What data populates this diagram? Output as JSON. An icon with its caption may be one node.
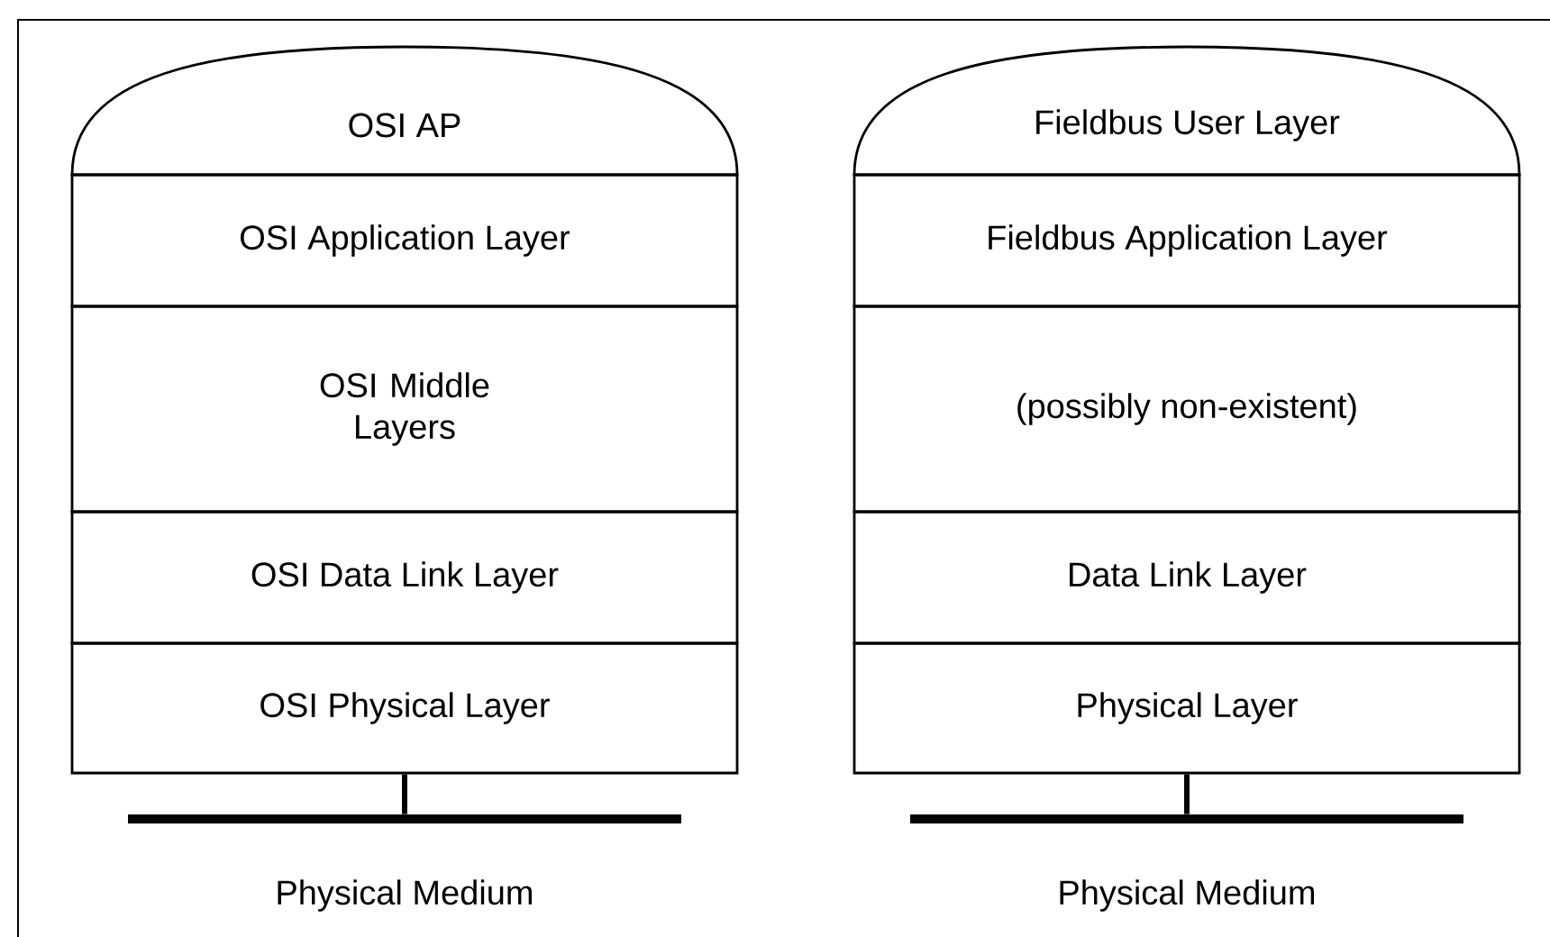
{
  "diagram": {
    "nodes": [
      {
        "text": [
          "OSI AP"
        ]
      },
      {
        "text": [
          "OSI Application Layer"
        ]
      },
      {
        "text": [
          "OSI Middle Layers"
        ]
      },
      {
        "text": [
          "OSI Data Link Layer"
        ]
      },
      {
        "text": [
          "OSI Physical Layer"
        ]
      },
      {
        "text": [],
        "shape": "bar",
        "beside": [
          "Physical Medium"
        ]
      },
      {
        "text": [
          "Fieldbus User Layer"
        ]
      },
      {
        "text": [
          "Fieldbus Application Layer"
        ]
      },
      {
        "text": [
          "(possibly non-existent)"
        ]
      },
      {
        "text": [
          "Data Link Layer"
        ]
      },
      {
        "text": [
          "Physical Layer"
        ]
      },
      {
        "text": [],
        "shape": "bar",
        "beside": [
          "Physical Medium"
        ]
      }
    ],
    "edges": [
      {
        "from": 4,
        "to": 5,
        "arrow": "none"
      },
      {
        "from": 10,
        "to": 11,
        "arrow": "none"
      }
    ]
  }
}
